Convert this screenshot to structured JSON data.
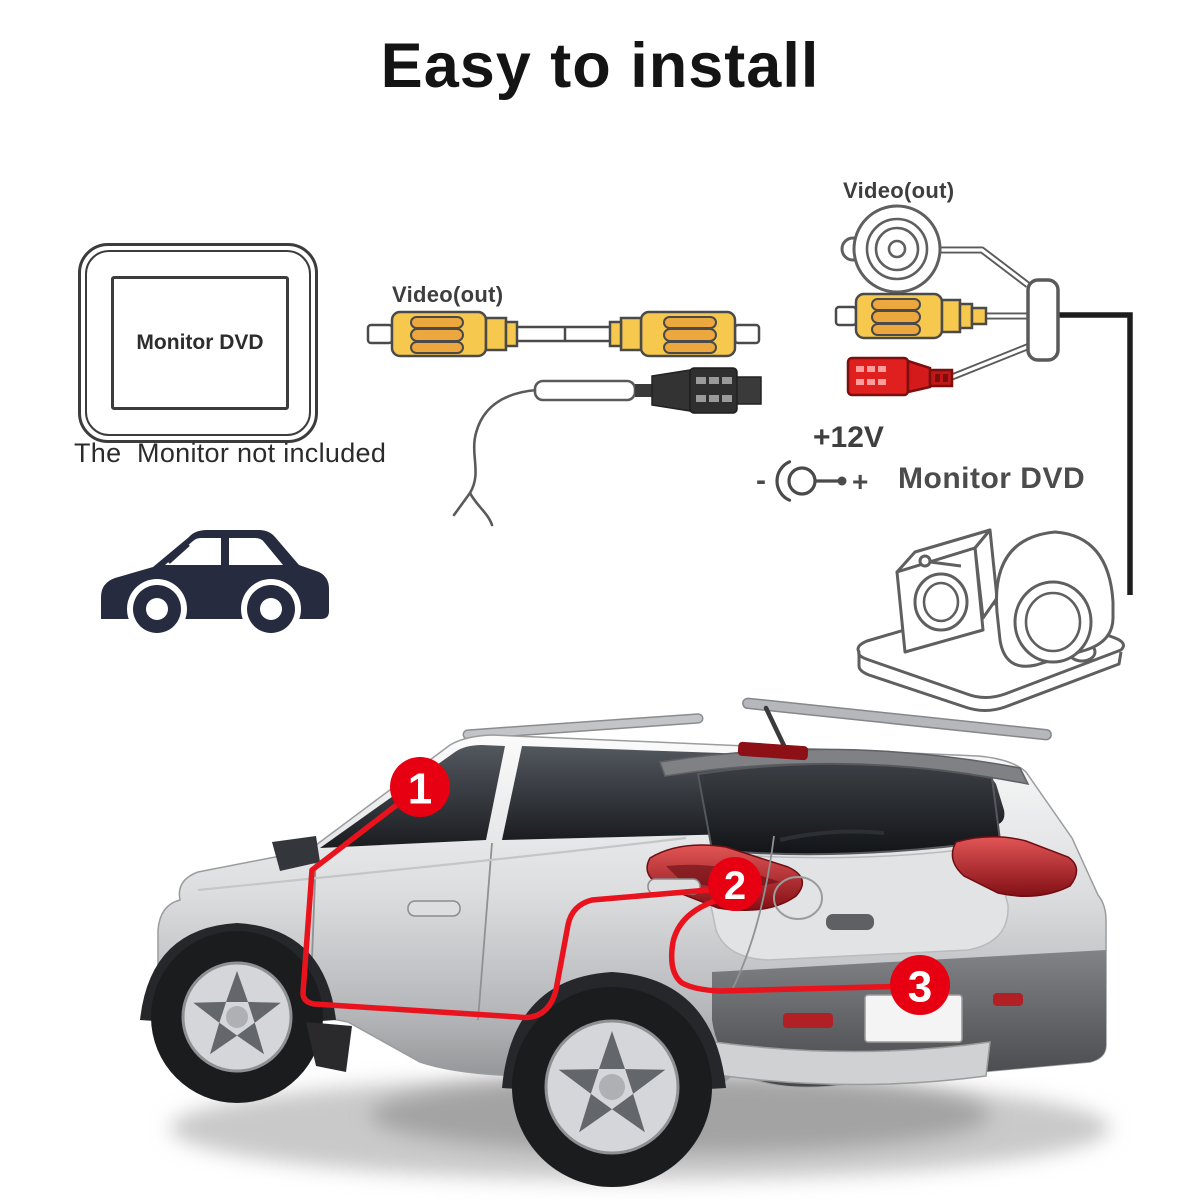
{
  "title": "Easy to install",
  "monitor": {
    "screen_label": "Monitor DVD",
    "note": "The  Monitor not included"
  },
  "extension_cable": {
    "label": "Video(out)"
  },
  "camera_kit": {
    "video_out_label": "Video(out)",
    "power_label": "+12V",
    "polarity_minus": "-",
    "polarity_plus": "+",
    "monitor_label": "Monitor DVD"
  },
  "route_markers": [
    {
      "number": "1"
    },
    {
      "number": "2"
    },
    {
      "number": "3"
    }
  ],
  "colors": {
    "marker_red": "#e60012",
    "route_red": "#e8131d",
    "rca_yellow": "#f6c94e",
    "rca_orange": "#eda73f",
    "power_plug_red": "#e01f1f",
    "car_icon_navy": "#272b3f",
    "outline_gray": "#555555",
    "thick_cable_black": "#1d1d1d"
  }
}
